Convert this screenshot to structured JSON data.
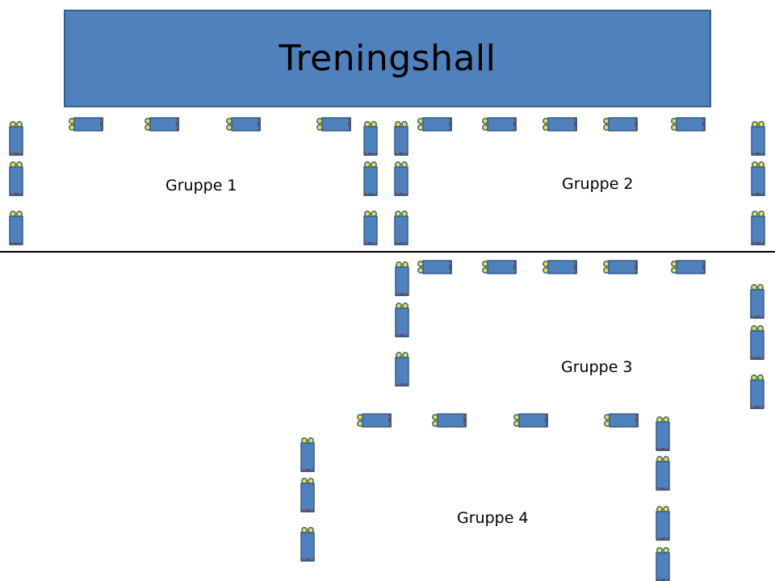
{
  "hall": {
    "title": "Treningshall",
    "color": "#4f81bd"
  },
  "groups": [
    {
      "label": "Gruppe 1"
    },
    {
      "label": "Gruppe 2"
    },
    {
      "label": "Gruppe 3"
    },
    {
      "label": "Gruppe 4"
    }
  ],
  "equipment": {
    "icon": "exercise-bench-icon",
    "body_color": "#4f81bd",
    "knob_color": "#e6e62e",
    "mark_color": "#c0504d"
  }
}
